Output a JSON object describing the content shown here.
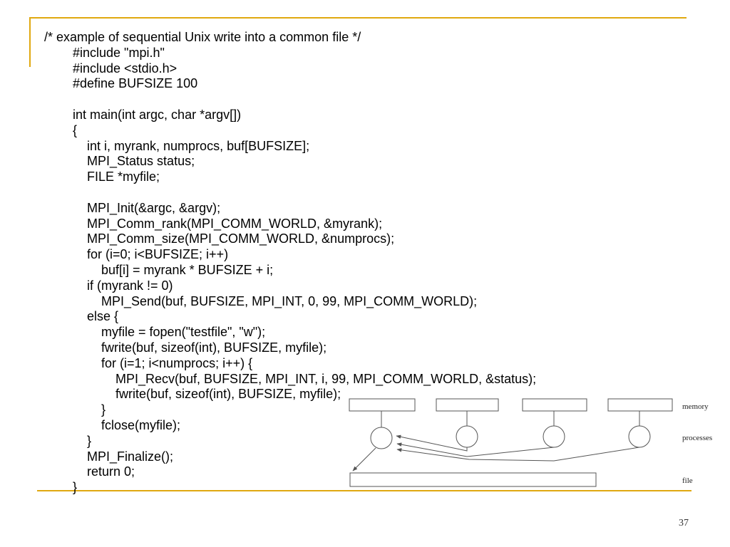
{
  "slide": {
    "code_lines": [
      "/* example of sequential Unix write into a common file */",
      "        #include \"mpi.h\"",
      "        #include <stdio.h>",
      "        #define BUFSIZE 100",
      "",
      "        int main(int argc, char *argv[])",
      "        {",
      "            int i, myrank, numprocs, buf[BUFSIZE];",
      "            MPI_Status status;",
      "            FILE *myfile;",
      "",
      "            MPI_Init(&argc, &argv);",
      "            MPI_Comm_rank(MPI_COMM_WORLD, &myrank);",
      "            MPI_Comm_size(MPI_COMM_WORLD, &numprocs);",
      "            for (i=0; i<BUFSIZE; i++)",
      "                buf[i] = myrank * BUFSIZE + i;",
      "            if (myrank != 0)",
      "                MPI_Send(buf, BUFSIZE, MPI_INT, 0, 99, MPI_COMM_WORLD);",
      "            else {",
      "                myfile = fopen(\"testfile\", \"w\");",
      "                fwrite(buf, sizeof(int), BUFSIZE, myfile);",
      "                for (i=1; i<numprocs; i++) {",
      "                    MPI_Recv(buf, BUFSIZE, MPI_INT, i, 99, MPI_COMM_WORLD, &status);",
      "                    fwrite(buf, sizeof(int), BUFSIZE, myfile);",
      "                }",
      "                fclose(myfile);",
      "            }",
      "            MPI_Finalize();",
      "            return 0;",
      "        }"
    ],
    "diagram": {
      "labels": {
        "memory": "memory",
        "processes": "processes",
        "file": "file"
      }
    },
    "page_number": "37",
    "colors": {
      "accent": "#e0a810",
      "diagram_stroke": "#555555"
    }
  }
}
